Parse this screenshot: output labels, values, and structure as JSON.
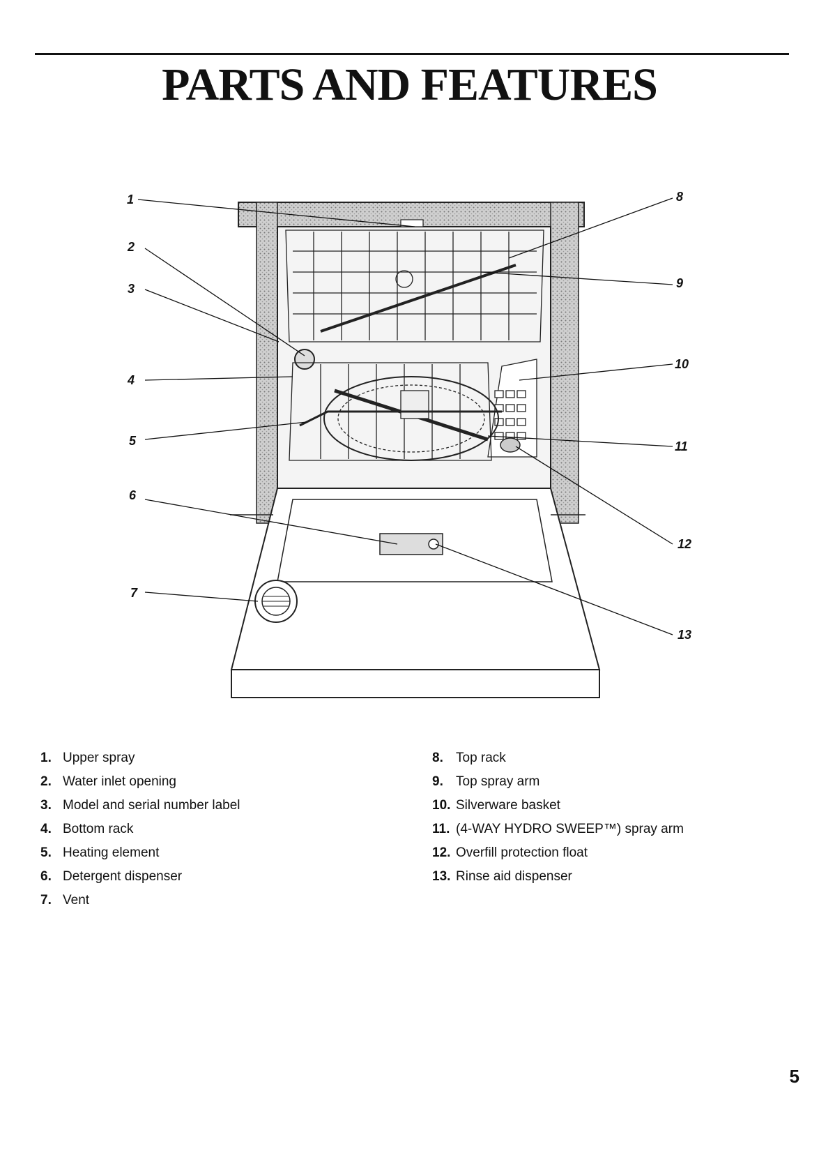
{
  "header": {
    "title": "PARTS AND FEATURES"
  },
  "diagram": {
    "callouts": [
      "1",
      "2",
      "3",
      "4",
      "5",
      "6",
      "7",
      "8",
      "9",
      "10",
      "11",
      "12",
      "13"
    ]
  },
  "parts": {
    "left": [
      {
        "num": "1.",
        "label": "Upper spray"
      },
      {
        "num": "2.",
        "label": "Water inlet opening"
      },
      {
        "num": "3.",
        "label": "Model and serial number label"
      },
      {
        "num": "4.",
        "label": "Bottom rack"
      },
      {
        "num": "5.",
        "label": "Heating element"
      },
      {
        "num": "6.",
        "label": "Detergent dispenser"
      },
      {
        "num": "7.",
        "label": "Vent"
      }
    ],
    "right": [
      {
        "num": "8.",
        "label": "Top rack"
      },
      {
        "num": "9.",
        "label": "Top spray arm"
      },
      {
        "num": "10.",
        "label": "Silverware basket"
      },
      {
        "num": "11.",
        "label": "(4-WAY HYDRO SWEEP™) spray arm"
      },
      {
        "num": "12.",
        "label": "Overfill protection float"
      },
      {
        "num": "13.",
        "label": "Rinse aid dispenser"
      }
    ]
  },
  "footer": {
    "page_number": "5"
  }
}
